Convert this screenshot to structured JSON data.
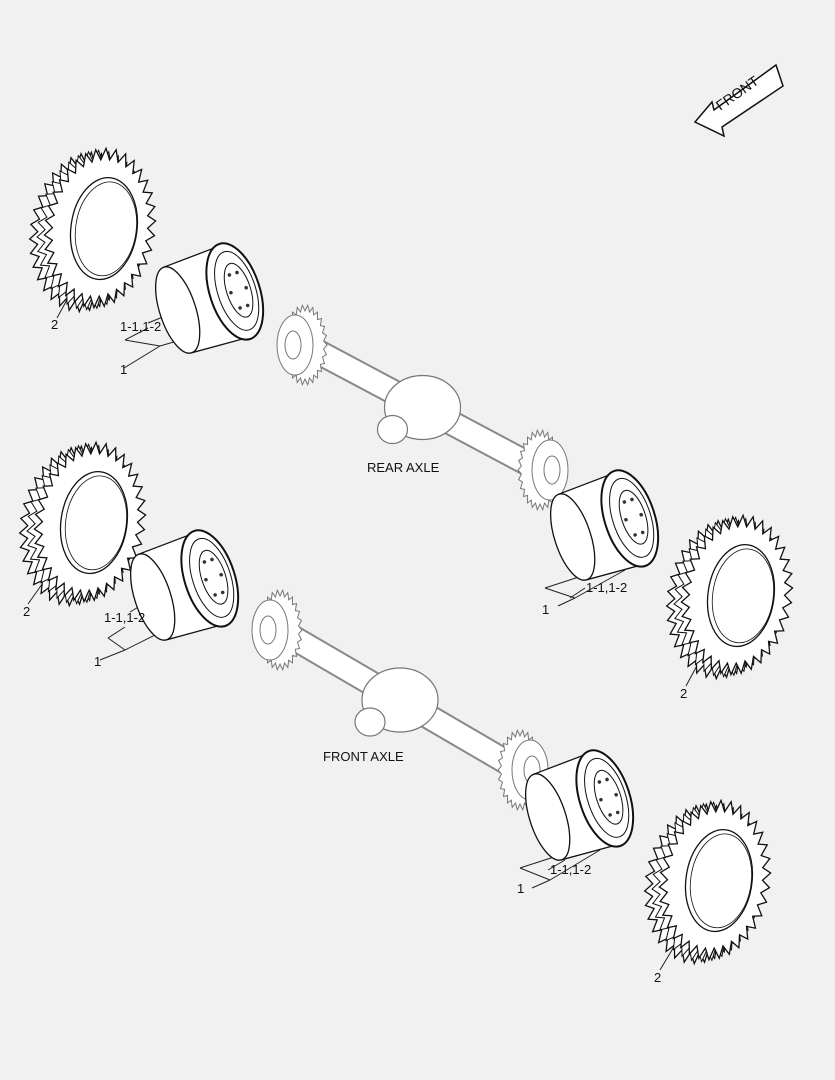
{
  "diagram": {
    "direction_arrow": {
      "label": "FRONT"
    },
    "assemblies": [
      {
        "name": "REAR AXLE"
      },
      {
        "name": "FRONT AXLE"
      }
    ],
    "callouts": {
      "tire": "2",
      "rim_assembly": "1",
      "rim_parts": "1-1,1-2"
    }
  }
}
